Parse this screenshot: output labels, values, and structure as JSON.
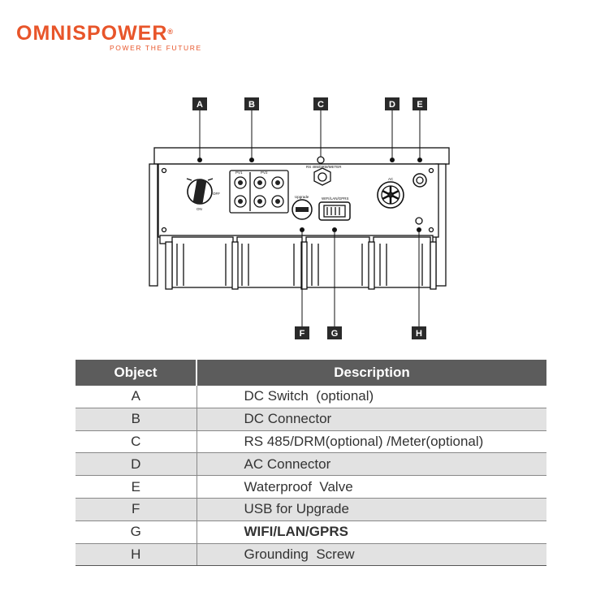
{
  "brand": {
    "name": "OMNISPOWER",
    "registered": "®",
    "tagline": "POWER THE FUTURE",
    "color": "#e8552a"
  },
  "diagram": {
    "callouts": [
      "A",
      "B",
      "C",
      "D",
      "E",
      "F",
      "G",
      "H"
    ],
    "device_text": {
      "switch_off": "OFF",
      "switch_on": "ON",
      "pv1": "PV1",
      "pv2": "PV2",
      "rs485": "RS 485/DRM/METER",
      "upgrade": "Upgrade",
      "wifi": "WIFI/LAN/GPRS",
      "ac": "AC"
    }
  },
  "table": {
    "headers": [
      "Object",
      "Description"
    ],
    "rows": [
      {
        "object": "A",
        "description": "DC Switch  (optional)"
      },
      {
        "object": "B",
        "description": "DC Connector"
      },
      {
        "object": "C",
        "description": "RS 485/DRM(optional) /Meter(optional)"
      },
      {
        "object": "D",
        "description": "AC Connector"
      },
      {
        "object": "E",
        "description": "Waterproof  Valve"
      },
      {
        "object": "F",
        "description": "USB for Upgrade"
      },
      {
        "object": "G",
        "description": "WIFI/LAN/GPRS"
      },
      {
        "object": "H",
        "description": "Grounding  Screw"
      }
    ],
    "header_color": "#5c5c5c",
    "alt_row_color": "#e2e2e2"
  }
}
